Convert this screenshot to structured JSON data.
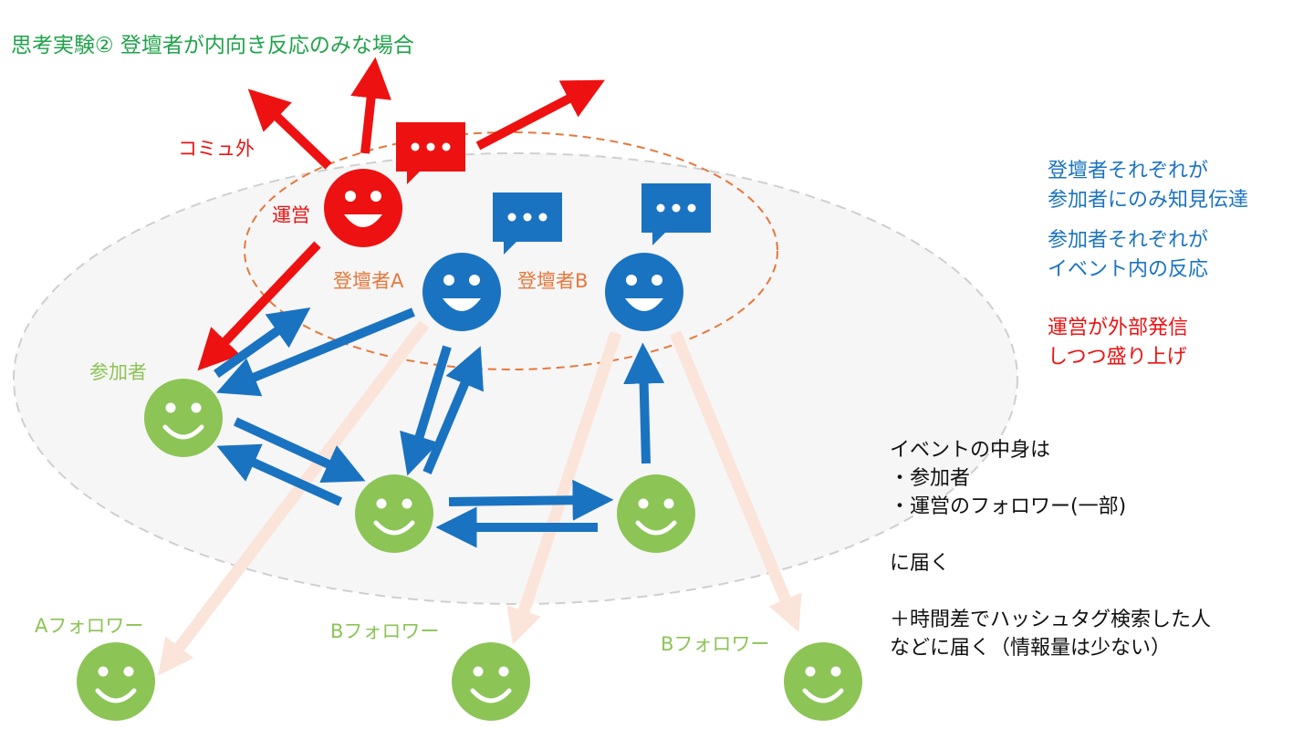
{
  "title": "思考実験②  登壇者が内向き反応のみな場合",
  "labels": {
    "outside": "コミュ外",
    "organizer": "運営",
    "speaker_a": "登壇者A",
    "speaker_b": "登壇者B",
    "participant": "参加者",
    "follower_a": "Aフォロワー",
    "follower_b1": "Bフォロワー",
    "follower_b2": "Bフォロワー"
  },
  "notes": {
    "blue": [
      "登壇者それぞれが",
      "参加者にのみ知見伝達",
      "",
      "参加者それぞれが",
      "イベント内の反応"
    ],
    "red": [
      "運営が外部発信",
      "しつつ盛り上げ"
    ],
    "black": [
      "イベントの中身は",
      "・参加者",
      "・運営のフォロワー(一部)",
      "",
      "に届く",
      "",
      "＋時間差でハッシュタグ検索した人",
      "などに届く（情報量は少ない）"
    ]
  },
  "colors": {
    "title": "#1fa34a",
    "organizer": "#ee1111",
    "speaker": "#1a73c1",
    "participant": "#8cc456",
    "orange": "#e8773a",
    "faint_arrow": "#fbe4d9"
  },
  "icons": {
    "face": "smiley-face-icon",
    "bubble": "speech-bubble-icon",
    "arrow": "arrow-icon"
  }
}
